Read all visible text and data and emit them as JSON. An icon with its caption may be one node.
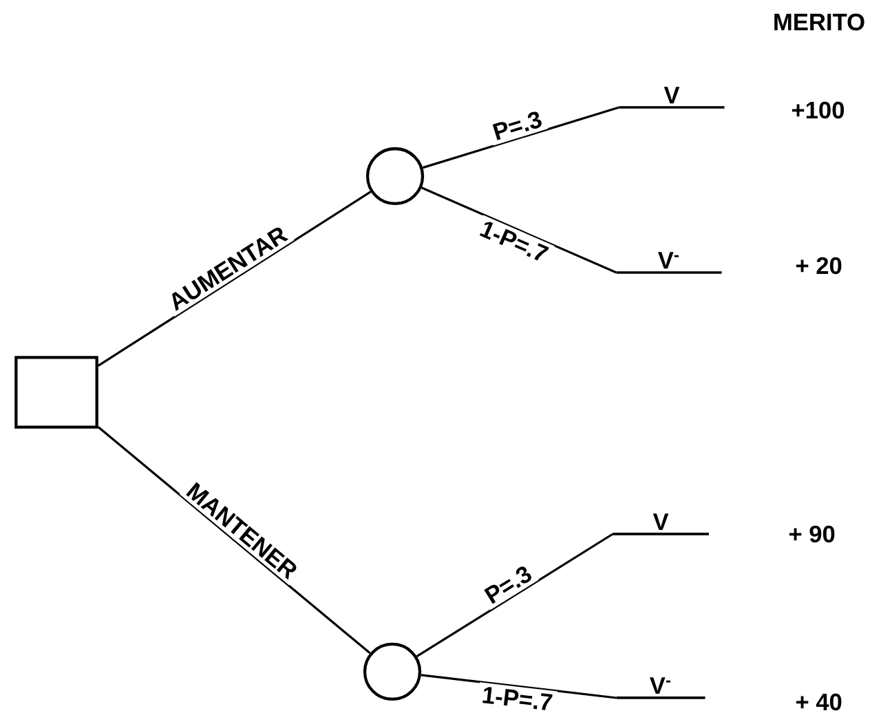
{
  "diagram": {
    "nodes": [
      {
        "text": [],
        "shape": "box"
      },
      {
        "text": [],
        "shape": "circle"
      },
      {
        "text": [],
        "shape": "circle"
      },
      {
        "text": [
          "V"
        ],
        "beside": [
          "+100"
        ]
      },
      {
        "text": [
          "V$^{-}$"
        ],
        "beside": [
          "+ 20"
        ]
      },
      {
        "text": [
          "V"
        ],
        "beside": [
          "+ 90"
        ]
      },
      {
        "text": [
          "V$^{-}$"
        ],
        "beside": [
          "+ 40"
        ]
      }
    ],
    "edges": [
      {
        "from": 0,
        "to": 1,
        "arrow": "none",
        "label": "AUMENTAR"
      },
      {
        "from": 0,
        "to": 2,
        "arrow": "none",
        "label": "MANTENER"
      },
      {
        "from": 1,
        "to": 3,
        "arrow": "none",
        "label": "P=.3"
      },
      {
        "from": 1,
        "to": 4,
        "arrow": "none",
        "label": "1-P=.7"
      },
      {
        "from": 2,
        "to": 5,
        "arrow": "none",
        "label": "P=.3"
      },
      {
        "from": 2,
        "to": 6,
        "arrow": "none",
        "label": "1-P=.7"
      }
    ],
    "labels": [
      "MERITO"
    ]
  }
}
